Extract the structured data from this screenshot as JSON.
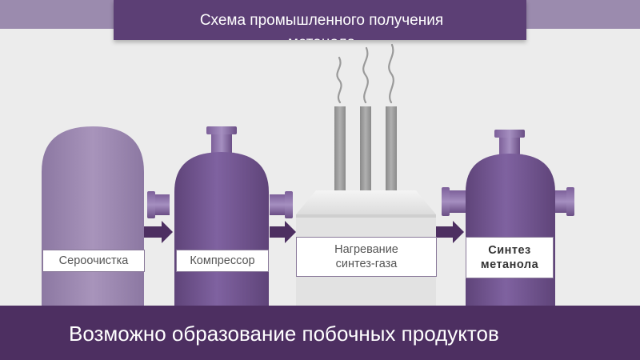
{
  "header": {
    "title": "Схема промышленного получения метанола"
  },
  "stages": [
    {
      "label": "Сероочистка"
    },
    {
      "label": "Компрессор"
    },
    {
      "label": "Нагревание синтез-газа"
    },
    {
      "label": "Синтез метанола"
    }
  ],
  "footer": {
    "note": "Возможно образование побочных продуктов"
  },
  "colors": {
    "title_bg": "#5c3f75",
    "top_band": "#9b8bae",
    "footer_bg": "#4d2f61",
    "vessel_light": "#9c88b0",
    "vessel_dark": "#6e5288",
    "furnace": "#e4e4e4",
    "arrow": "#4d2f61"
  }
}
